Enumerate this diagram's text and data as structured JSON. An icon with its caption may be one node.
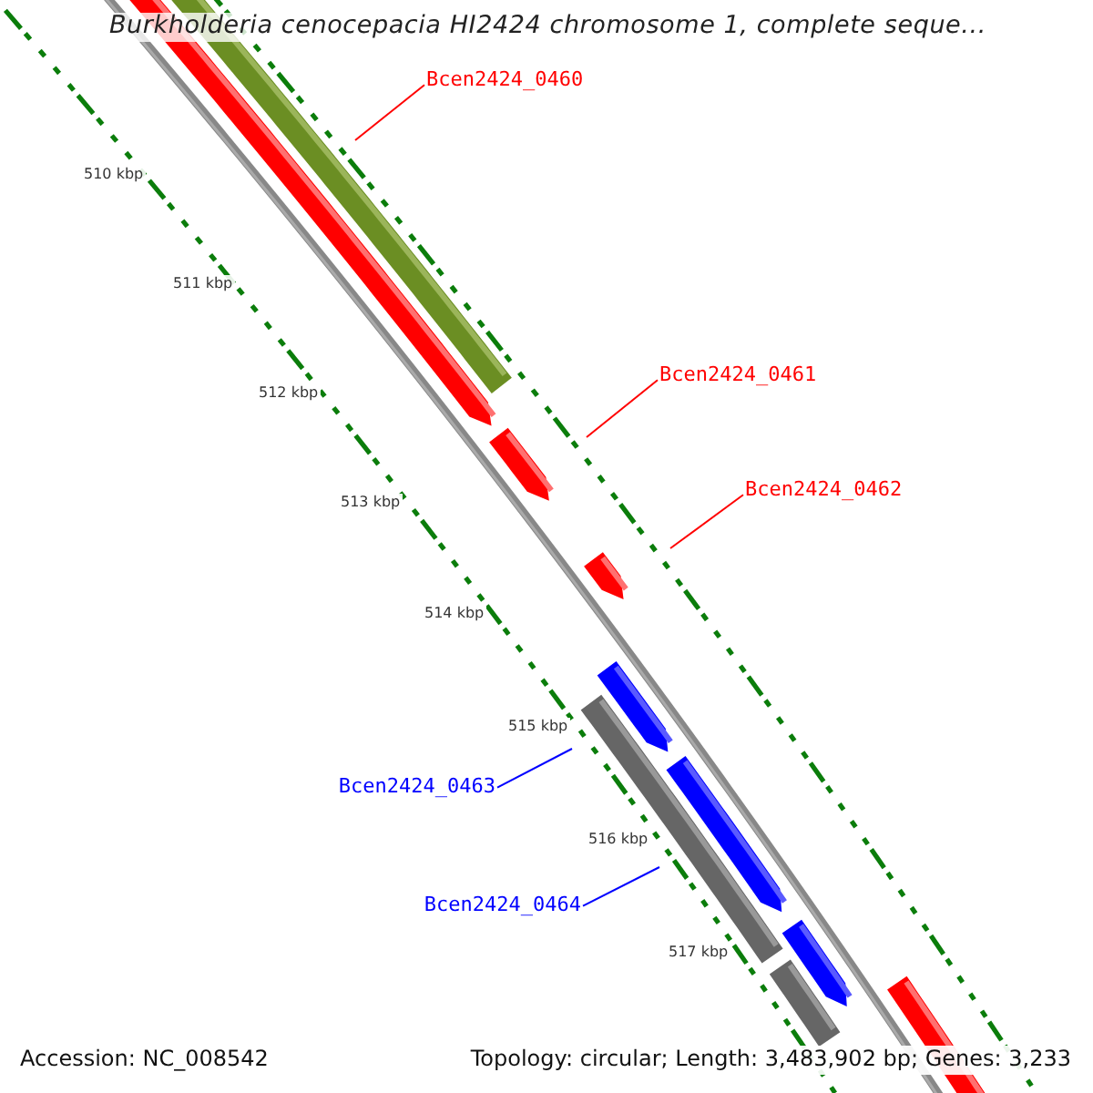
{
  "diagram": {
    "title": "Burkholderia cenocepacia HI2424 chromosome 1, complete seque...",
    "nodes": [
      {
        "text": [
          "Bcen2424_0460"
        ]
      },
      {
        "text": [
          "Bcen2424_0461"
        ]
      },
      {
        "text": [
          "Bcen2424_0462"
        ]
      },
      {
        "text": [
          "Bcen2424_0463"
        ]
      },
      {
        "text": [
          "Bcen2424_0464"
        ]
      }
    ],
    "edges": [
      {
        "from": 0,
        "to": null,
        "arrow": "none"
      },
      {
        "from": 1,
        "to": null,
        "arrow": "none"
      },
      {
        "from": 2,
        "to": null,
        "arrow": "none"
      },
      {
        "from": 3,
        "to": null,
        "arrow": "none",
        "color": "#0000ff"
      },
      {
        "from": 4,
        "to": null,
        "arrow": "none",
        "color": "#0000ff"
      }
    ],
    "labels": [
      "510 kbp",
      "511 kbp",
      "512 kbp",
      "513 kbp",
      "514 kbp",
      "515 kbp",
      "516 kbp",
      "517 kbp",
      "Accession: NC_008542",
      "Topology: circular; Length: 3,483,902 bp; Genes: 3,233"
    ]
  }
}
